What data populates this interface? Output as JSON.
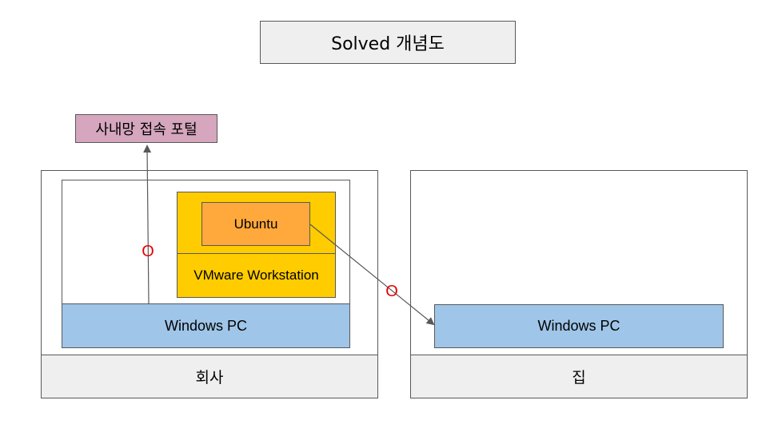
{
  "title": "Solved 개념도",
  "portal": "사내망 접속 포털",
  "company": {
    "label": "회사",
    "vmware": "VMware Workstation",
    "ubuntu": "Ubuntu",
    "windows_pc": "Windows PC"
  },
  "home": {
    "label": "집",
    "windows_pc": "Windows PC"
  },
  "connections": [
    {
      "from": "company.windows_pc",
      "to": "portal",
      "status": "O"
    },
    {
      "from": "company.ubuntu",
      "to": "home.windows_pc",
      "status": "O"
    }
  ],
  "colors": {
    "title_bg": "#efefef",
    "portal_bg": "#d5a6bd",
    "vmware_bg": "#ffcc00",
    "ubuntu_bg": "#ffa83c",
    "windows_bg": "#9fc5e8",
    "label_bg": "#efefef",
    "mark": "#e60000",
    "arrow": "#595959"
  }
}
